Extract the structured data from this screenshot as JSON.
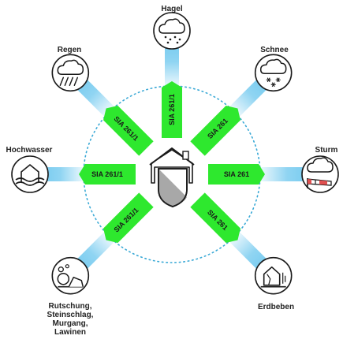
{
  "hazards": [
    {
      "id": "hagel",
      "label_lines": [
        "Hagel"
      ],
      "icon": "hail-cloud-icon",
      "norm": "SIA 261/1",
      "angle": -90
    },
    {
      "id": "schnee",
      "label_lines": [
        "Schnee"
      ],
      "icon": "snow-cloud-icon",
      "norm": "SIA 261",
      "angle": -45
    },
    {
      "id": "sturm",
      "label_lines": [
        "Sturm"
      ],
      "icon": "storm-windsock-icon",
      "norm": "SIA 261",
      "angle": 0
    },
    {
      "id": "erdbeben",
      "label_lines": [
        "Erdbeben"
      ],
      "icon": "earthquake-house-icon",
      "norm": "SIA 261",
      "angle": 45
    },
    {
      "id": "rutschung",
      "label_lines": [
        "Rutschung,",
        "Steinschlag,",
        "Murgang,",
        "Lawinen"
      ],
      "icon": "rockfall-icon",
      "norm": "SIA 261/1",
      "angle": 135
    },
    {
      "id": "hochwasser",
      "label_lines": [
        "Hochwasser"
      ],
      "icon": "flood-house-icon",
      "norm": "SIA 261/1",
      "angle": 180
    },
    {
      "id": "regen",
      "label_lines": [
        "Regen"
      ],
      "icon": "rain-cloud-icon",
      "norm": "SIA 261/1",
      "angle": -135
    }
  ],
  "center_icon": "house-shield-icon",
  "colors": {
    "norm_fill": "#2ee82e",
    "beam": "#7ccdf0",
    "dotted_circle": "#3aa9d6",
    "icon_stroke": "#1a1a1a",
    "shield_gray": "#a8a8a8"
  }
}
